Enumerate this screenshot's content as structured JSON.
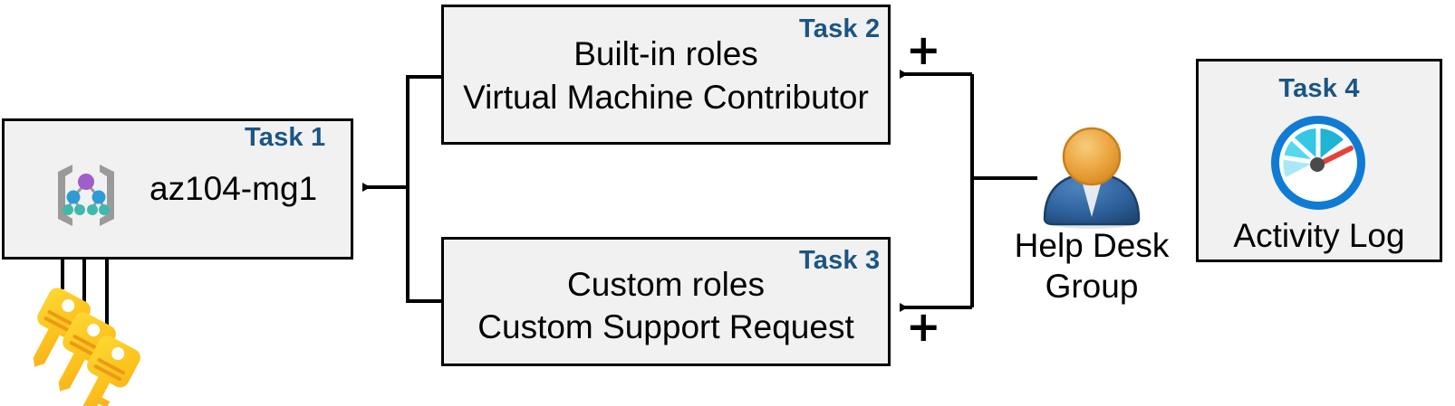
{
  "diagram": {
    "title": "Azure RBAC task diagram",
    "colors": {
      "task_label": "#1b5584",
      "box_fill": "#f1f1f1",
      "box_border": "#000000",
      "connector": "#000000",
      "key_gold": "#fdb913",
      "person_head": "#e8a33d",
      "person_body": "#2c5f97",
      "gauge_blue": "#0f7bd4",
      "gauge_needle": "#e8413a",
      "mg_purple": "#a05ec8",
      "mg_blue": "#2e9bd6",
      "mg_teal": "#3fb9ab",
      "mg_bracket": "#9a9a9a"
    }
  },
  "boxes": {
    "task1": {
      "label": "Task 1",
      "text": "az104-mg1",
      "icon": "management-group-icon"
    },
    "task2": {
      "label": "Task 2",
      "line1": "Built-in roles",
      "line2": "Virtual Machine Contributor"
    },
    "task3": {
      "label": "Task 3",
      "line1": "Custom roles",
      "line2": "Custom Support Request"
    },
    "task4": {
      "label": "Task 4",
      "text": "Activity Log",
      "icon": "activity-log-gauge-icon"
    }
  },
  "actor": {
    "icon": "help-desk-user-icon",
    "line1": "Help Desk",
    "line2": "Group"
  },
  "keys": {
    "icon": "keys-icon",
    "count": 3
  },
  "operators": {
    "plus_top": "+",
    "plus_bottom": "+"
  }
}
